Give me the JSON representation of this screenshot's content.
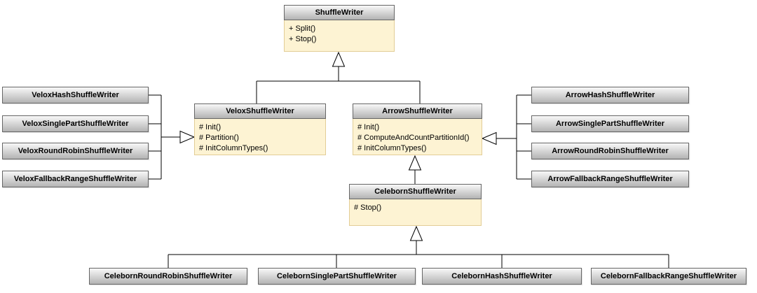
{
  "colors": {
    "header_gradient_top": "#f8f8f8",
    "header_gradient_bottom": "#b3b3b3",
    "header_border": "#666666",
    "body_fill": "#fdf3d3",
    "body_border": "#e2cd96",
    "line": "#000000"
  },
  "classes": {
    "shuffle_writer": {
      "name": "ShuffleWriter",
      "methods": [
        "+ Split()",
        "+ Stop()"
      ]
    },
    "velox_shuffle_writer": {
      "name": "VeloxShuffleWriter",
      "methods": [
        "# Init()",
        "# Partition()",
        "# InitColumnTypes()"
      ]
    },
    "arrow_shuffle_writer": {
      "name": "ArrowShuffleWriter",
      "methods": [
        "# Init()",
        "# ComputeAndCountPartitionId()",
        "# InitColumnTypes()"
      ]
    },
    "celeborn_shuffle_writer": {
      "name": "CelebornShuffleWriter",
      "methods": [
        "# Stop()"
      ]
    },
    "velox_subclasses": [
      "VeloxHashShuffleWriter",
      "VeloxSinglePartShuffleWriter",
      "VeloxRoundRobinShuffleWriter",
      "VeloxFallbackRangeShuffleWriter"
    ],
    "arrow_subclasses": [
      "ArrowHashShuffleWriter",
      "ArrowSinglePartShuffleWriter",
      "ArrowRoundRobinShuffleWriter",
      "ArrowFallbackRangeShuffleWriter"
    ],
    "celeborn_subclasses": [
      "CelebornRoundRobinShuffleWriter",
      "CelebornSinglePartShuffleWriter",
      "CelebornHashShuffleWriter",
      "CelebornFallbackRangeShuffleWriter"
    ]
  }
}
